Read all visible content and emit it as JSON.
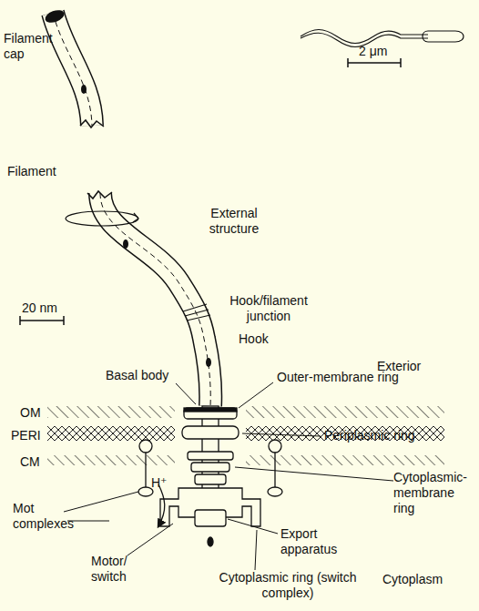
{
  "diagram": {
    "labels": [
      "Filament cap",
      "Filament",
      "External structure",
      "20 nm",
      "Hook/filament junction",
      "Hook",
      "Exterior",
      "Basal body",
      "Outer-membrane ring",
      "OM",
      "PERI",
      "Periplasmic ring",
      "CM",
      "Cytoplasmic-membrane ring",
      "Mot complexes",
      "H⁺",
      "Motor/ switch",
      "Export apparatus",
      "Cytoplasmic ring (switch complex)",
      "Cytoplasm",
      "2 μm"
    ]
  }
}
